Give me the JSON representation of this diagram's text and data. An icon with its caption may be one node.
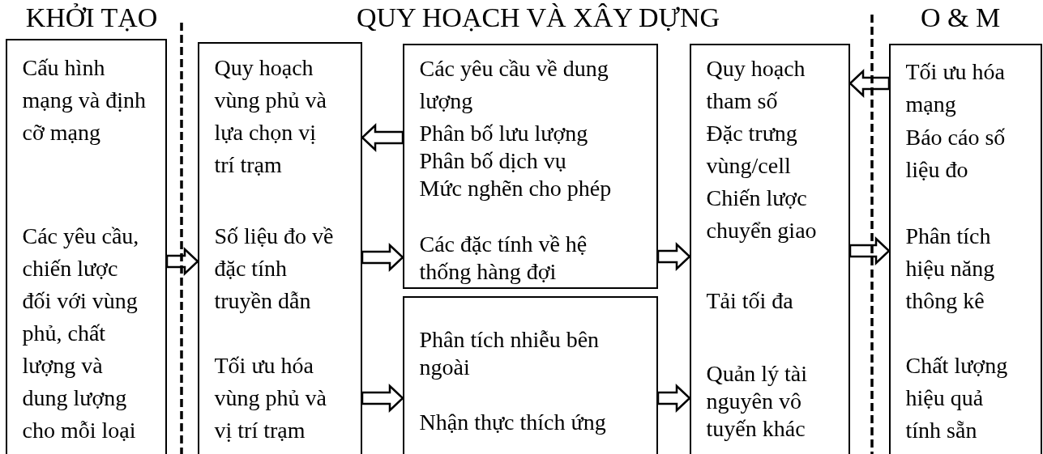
{
  "diagram": {
    "nodes": [
      {
        "text": [
          "Cấu hình mạng và định cỡ mạng",
          "Các yêu cầu, chiến lược đối với  vùng phủ, chất lượng và dung lượng cho mỗi loại"
        ]
      },
      {
        "text": [
          "Quy hoạch vùng phủ và lựa chọn vị trí trạm",
          "Số liệu đo về đặc tính truyền dẫn",
          "Tối ưu hóa vùng phủ và vị trí trạm"
        ]
      },
      {
        "text": [
          "Các yêu cầu về dung lượng",
          "Phân bố lưu lượng",
          "Phân bố dịch vụ",
          "Mức nghẽn cho phép",
          "Các đặc tính về hệ thống hàng đợi"
        ]
      },
      {
        "text": [
          "Phân tích nhiễu bên ngoài",
          "Nhận thực thích ứng"
        ]
      },
      {
        "text": [
          "Quy hoạch tham số",
          "Đặc trưng vùng/cell",
          "Chiến lược chuyển giao",
          "Tải tối đa",
          "Quản lý tài nguyên vô tuyến khác"
        ]
      },
      {
        "text": [
          "Tối ưu hóa mạng",
          "Báo cáo số liệu đo",
          "Phân tích hiệu năng thông kê",
          "Chất lượng hiệu quả tính sẵn"
        ]
      }
    ],
    "edges": [
      {
        "from": 0,
        "to": 1,
        "arrow": "to"
      },
      {
        "from": 2,
        "to": 1,
        "arrow": "to"
      },
      {
        "from": 1,
        "to": 2,
        "arrow": "to"
      },
      {
        "from": 1,
        "to": 3,
        "arrow": "to"
      },
      {
        "from": 2,
        "to": 4,
        "arrow": "to"
      },
      {
        "from": 3,
        "to": 4,
        "arrow": "to"
      },
      {
        "from": 5,
        "to": 4,
        "arrow": "to"
      },
      {
        "from": 4,
        "to": 5,
        "arrow": "to"
      }
    ],
    "labels": [
      "KHỞI TẠO",
      "QUY HOẠCH VÀ XÂY DỰNG",
      "O & M"
    ]
  }
}
